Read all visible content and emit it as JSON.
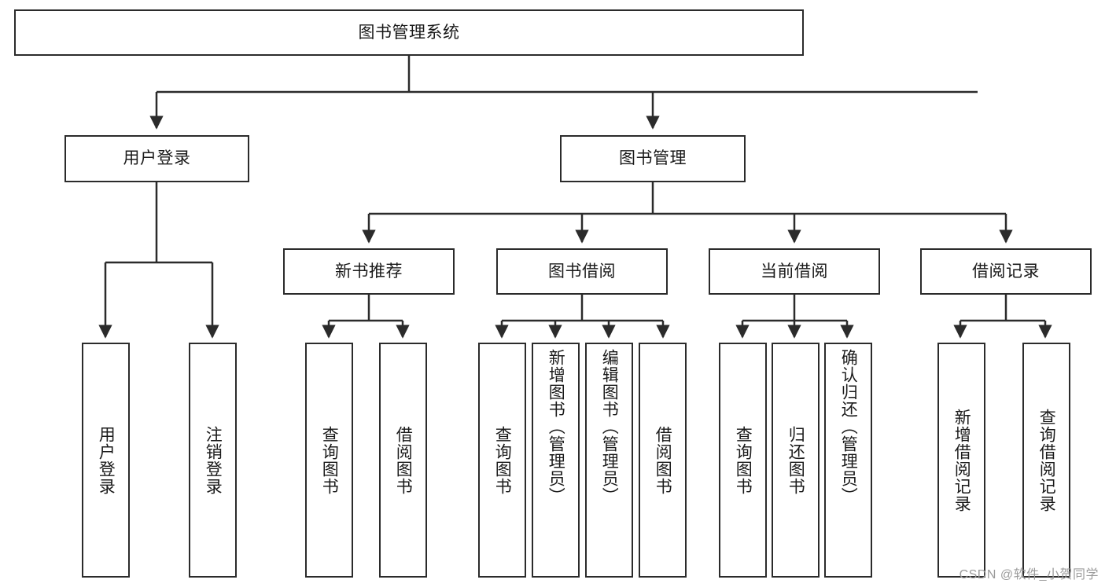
{
  "diagram": {
    "title": "图书管理系统",
    "type": "hierarchy-tree",
    "orientation": "top-down",
    "line_color": "#2b2b2b",
    "box_fill": "#ffffff",
    "text_color": "#1a1a1a",
    "levels": [
      {
        "level": 1,
        "nodes": [
          {
            "id": "root",
            "label": "图书管理系统",
            "text_direction": "horizontal"
          }
        ]
      },
      {
        "level": 2,
        "nodes": [
          {
            "id": "login",
            "label": "用户登录",
            "text_direction": "horizontal"
          },
          {
            "id": "bookmgmt",
            "label": "图书管理",
            "text_direction": "horizontal"
          }
        ]
      },
      {
        "level": 3,
        "nodes": [
          {
            "id": "newbook",
            "label": "新书推荐",
            "text_direction": "horizontal"
          },
          {
            "id": "borrow",
            "label": "图书借阅",
            "text_direction": "horizontal"
          },
          {
            "id": "current",
            "label": "当前借阅",
            "text_direction": "horizontal"
          },
          {
            "id": "records",
            "label": "借阅记录",
            "text_direction": "horizontal"
          }
        ]
      },
      {
        "level": 4,
        "nodes": [
          {
            "id": "leaf-login-1",
            "parent": "login",
            "label": "用户登录",
            "text_direction": "vertical"
          },
          {
            "id": "leaf-login-2",
            "parent": "login",
            "label": "注销登录",
            "text_direction": "vertical"
          },
          {
            "id": "leaf-newbook-1",
            "parent": "newbook",
            "label": "查询图书",
            "text_direction": "vertical"
          },
          {
            "id": "leaf-newbook-2",
            "parent": "newbook",
            "label": "借阅图书",
            "text_direction": "vertical"
          },
          {
            "id": "leaf-borrow-1",
            "parent": "borrow",
            "label": "查询图书",
            "text_direction": "vertical"
          },
          {
            "id": "leaf-borrow-2",
            "parent": "borrow",
            "label": "新增图书（管理员）",
            "text_direction": "vertical"
          },
          {
            "id": "leaf-borrow-3",
            "parent": "borrow",
            "label": "编辑图书（管理员）",
            "text_direction": "vertical"
          },
          {
            "id": "leaf-borrow-4",
            "parent": "borrow",
            "label": "借阅图书",
            "text_direction": "vertical"
          },
          {
            "id": "leaf-current-1",
            "parent": "current",
            "label": "查询图书",
            "text_direction": "vertical"
          },
          {
            "id": "leaf-current-2",
            "parent": "current",
            "label": "归还图书",
            "text_direction": "vertical"
          },
          {
            "id": "leaf-current-3",
            "parent": "current",
            "label": "确认归还（管理员）",
            "text_direction": "vertical"
          },
          {
            "id": "leaf-records-1",
            "parent": "records",
            "label": "新增借阅记录",
            "text_direction": "vertical"
          },
          {
            "id": "leaf-records-2",
            "parent": "records",
            "label": "查询借阅记录",
            "text_direction": "vertical"
          }
        ]
      }
    ]
  },
  "watermark": {
    "text": "CSDN @软件_小贺同学"
  }
}
